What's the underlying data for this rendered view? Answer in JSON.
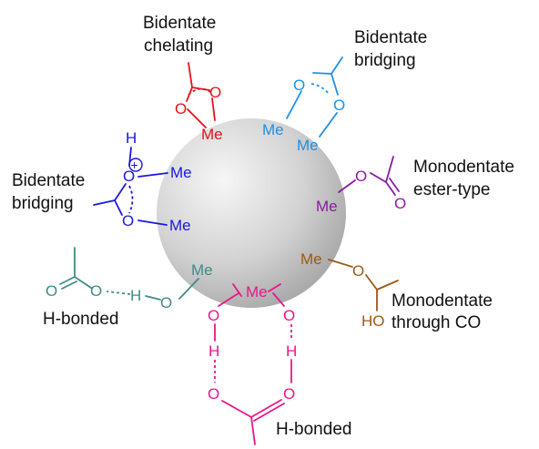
{
  "labels": {
    "bidentate_chelating_1": "Bidentate",
    "bidentate_chelating_2": "chelating",
    "bidentate_bridging_top_1": "Bidentate",
    "bidentate_bridging_top_2": "bridging",
    "bidentate_bridging_left_1": "Bidentate",
    "bidentate_bridging_left_2": "bridging",
    "monodentate_ester_1": "Monodentate",
    "monodentate_ester_2": "ester-type",
    "monodentate_co_1": "Monodentate",
    "monodentate_co_2": "through CO",
    "hbonded_left": "H-bonded",
    "hbonded_bottom": "H-bonded"
  },
  "atoms": {
    "me": "Me",
    "o": "O",
    "h": "H",
    "ho": "HO",
    "plus": "+"
  },
  "colors": {
    "chelating": "#e8101a",
    "bridging_top": "#1e90e6",
    "bridging_left": "#1a1adc",
    "ester": "#8b1aa0",
    "through_co": "#9b5a14",
    "hbond_left": "#3f8c86",
    "hbond_bottom": "#e8168a",
    "text": "#111111",
    "sphere": "#d4d4d4"
  }
}
